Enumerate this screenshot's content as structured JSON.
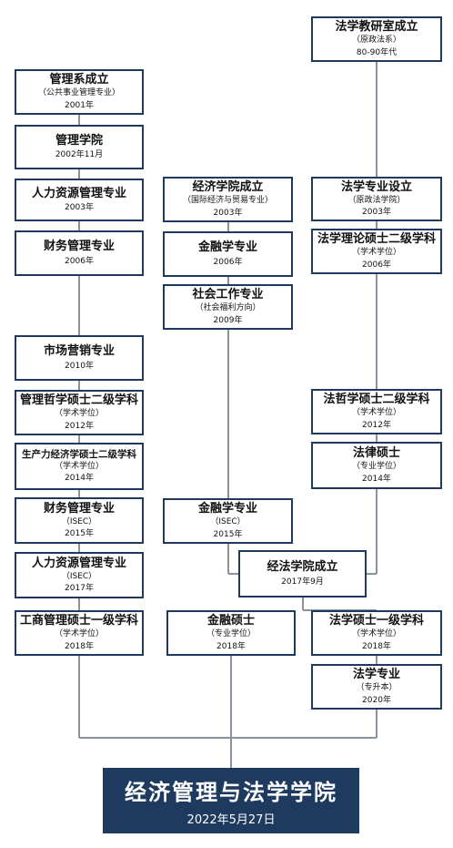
{
  "nodes": [
    {
      "id": "law-teaching-office",
      "title": "法学教研室成立",
      "sub": "（原政法系）",
      "year": "80-90年代"
    },
    {
      "id": "mgmt-dept",
      "title": "管理系成立",
      "sub": "（公共事业管理专业）",
      "year": "2001年"
    },
    {
      "id": "mgmt-school",
      "title": "管理学院",
      "sub": "",
      "year": "2002年11月"
    },
    {
      "id": "hr-major",
      "title": "人力资源管理专业",
      "sub": "",
      "year": "2003年"
    },
    {
      "id": "econ-school",
      "title": "经济学院成立",
      "sub": "（国际经济与贸易专业）",
      "year": "2003年"
    },
    {
      "id": "law-major",
      "title": "法学专业设立",
      "sub": "（原政法学院）",
      "year": "2003年"
    },
    {
      "id": "finmgmt-major",
      "title": "财务管理专业",
      "sub": "",
      "year": "2006年"
    },
    {
      "id": "finance-major",
      "title": "金融学专业",
      "sub": "",
      "year": "2006年"
    },
    {
      "id": "legal-theory-master",
      "title": "法学理论硕士二级学科",
      "sub": "（学术学位）",
      "year": "2006年"
    },
    {
      "id": "social-work-major",
      "title": "社会工作专业",
      "sub": "（社会福利方向）",
      "year": "2009年"
    },
    {
      "id": "marketing-major",
      "title": "市场营销专业",
      "sub": "",
      "year": "2010年"
    },
    {
      "id": "mgmt-phil-master",
      "title": "管理哲学硕士二级学科",
      "sub": "（学术学位）",
      "year": "2012年"
    },
    {
      "id": "law-phil-master",
      "title": "法哲学硕士二级学科",
      "sub": "（学术学位）",
      "year": "2012年"
    },
    {
      "id": "prod-econ-master",
      "title": "生产力经济学硕士二级学科",
      "sub": "（学术学位）",
      "year": "2014年"
    },
    {
      "id": "jm-master",
      "title": "法律硕士",
      "sub": "（专业学位）",
      "year": "2014年"
    },
    {
      "id": "finmgmt-isec",
      "title": "财务管理专业",
      "sub": "（ISEC）",
      "year": "2015年"
    },
    {
      "id": "finance-isec",
      "title": "金融学专业",
      "sub": "（ISEC）",
      "year": "2015年"
    },
    {
      "id": "hr-isec",
      "title": "人力资源管理专业",
      "sub": "（ISEC）",
      "year": "2017年"
    },
    {
      "id": "econ-law-school",
      "title": "经法学院成立",
      "sub": "",
      "year": "2017年9月"
    },
    {
      "id": "bm-master",
      "title": "工商管理硕士一级学科",
      "sub": "（学术学位）",
      "year": "2018年"
    },
    {
      "id": "finance-master",
      "title": "金融硕士",
      "sub": "（专业学位）",
      "year": "2018年"
    },
    {
      "id": "law-master",
      "title": "法学硕士一级学科",
      "sub": "（学术学位）",
      "year": "2018年"
    },
    {
      "id": "law-upgrade",
      "title": "法学专业",
      "sub": "（专升本）",
      "year": "2020年"
    }
  ],
  "final": {
    "title": "经济管理与法学学院",
    "date": "2022年5月27日"
  },
  "colors": {
    "border": "#1f3a5f",
    "line": "#8a929b",
    "final_bg": "#1f3a5f"
  }
}
